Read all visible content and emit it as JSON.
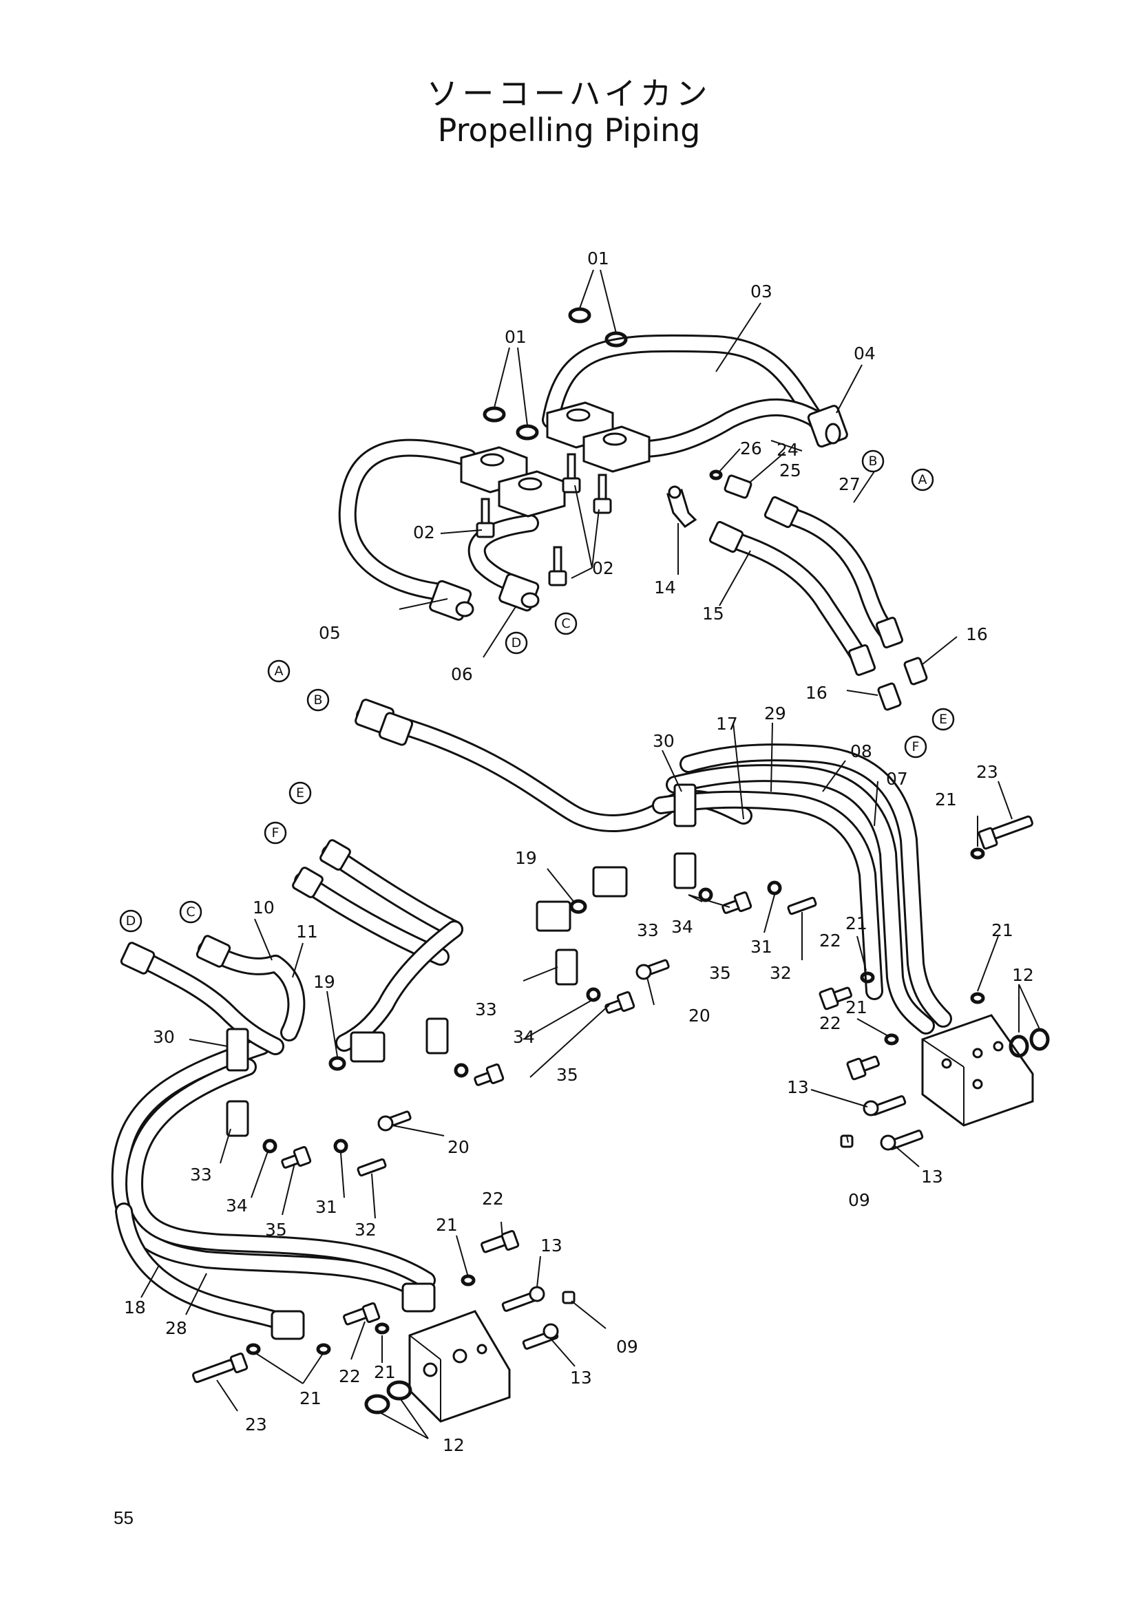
{
  "header": {
    "title_ja": "ソーコーハイカン",
    "title_en": "Propelling Piping"
  },
  "page_number": "55",
  "parts": {
    "p01": "01",
    "p02": "02",
    "p03": "03",
    "p04": "04",
    "p05": "05",
    "p06": "06",
    "p07": "07",
    "p08": "08",
    "p09": "09",
    "p10": "10",
    "p11": "11",
    "p12": "12",
    "p13": "13",
    "p14": "14",
    "p15": "15",
    "p16": "16",
    "p17": "17",
    "p18": "18",
    "p19": "19",
    "p20": "20",
    "p21": "21",
    "p22": "22",
    "p23": "23",
    "p24": "24",
    "p25": "25",
    "p26": "26",
    "p27": "27",
    "p28": "28",
    "p29": "29",
    "p30": "30",
    "p31": "31",
    "p32": "32",
    "p33": "33",
    "p34": "34",
    "p35": "35"
  },
  "connectors": {
    "A": "A",
    "B": "B",
    "C": "C",
    "D": "D",
    "E": "E",
    "F": "F"
  }
}
